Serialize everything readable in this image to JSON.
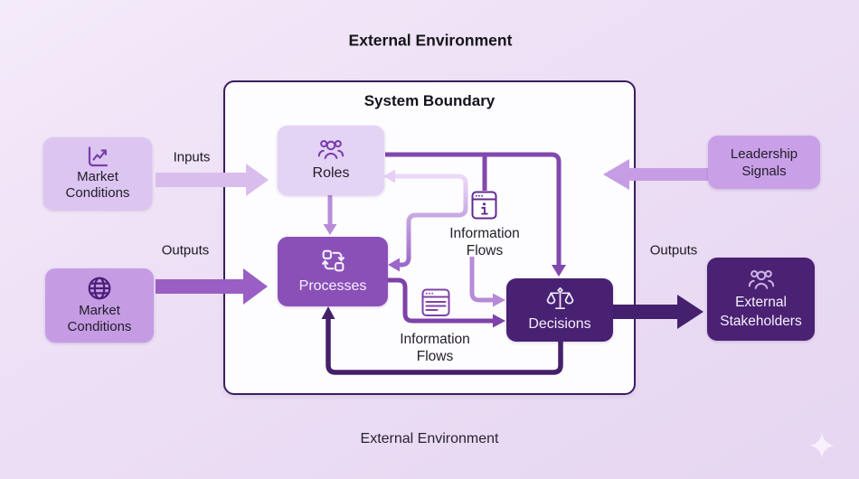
{
  "titles": {
    "external_top": "External Environment",
    "system_boundary": "System Boundary",
    "external_bottom": "External Environment"
  },
  "nodes": {
    "market_conditions_top": {
      "line1": "Market",
      "line2": "Conditions",
      "icon": "line-chart-icon"
    },
    "market_conditions_bottom": {
      "line1": "Market",
      "line2": "Conditions",
      "icon": "globe-icon"
    },
    "leadership_signals": {
      "line1": "Leadership",
      "line2": "Signals"
    },
    "roles": {
      "label": "Roles",
      "icon": "users-icon"
    },
    "processes": {
      "label": "Processes",
      "icon": "process-cycle-icon"
    },
    "decisions": {
      "label": "Decisions",
      "icon": "scales-icon"
    },
    "external_stakeholders": {
      "line1": "External",
      "line2": "Stakeholders",
      "icon": "users-icon"
    }
  },
  "edge_labels": {
    "inputs": "Inputs",
    "outputs_left": "Outputs",
    "outputs_right": "Outputs",
    "information_flows_top": {
      "line1": "Information",
      "line2": "Flows",
      "icon": "info-window-icon"
    },
    "information_flows_bottom": {
      "line1": "Information",
      "line2": "Flows",
      "icon": "document-window-icon"
    }
  },
  "decoration": {
    "sparkle": "sparkle-icon"
  },
  "colors": {
    "background": "#ecdff5",
    "boundary_fill": "#fdfcff",
    "boundary_border": "#3b1d5e",
    "roles_fill": "#e3d3f4",
    "processes_fill": "#8a50b8",
    "decisions_fill": "#482173",
    "stakeholders_fill": "#4a2173",
    "market_top_fill": "#dcc5f0",
    "market_bottom_fill": "#c59ce4",
    "leadership_fill": "#c9a0e7",
    "inputs_arrow": "#d9bdec",
    "outputs_left_arrow": "#9a5fc4",
    "leadership_arrow": "#c69de4",
    "outputs_right_arrow": "#45206e",
    "roles_decisions_line": "#8148ae",
    "processes_decisions_line": "#7e42a8",
    "info_decisions_line": "#b78ad9",
    "feedback_loop_line": "#44206b",
    "roles_processes_arrow": "#b88cd8"
  }
}
